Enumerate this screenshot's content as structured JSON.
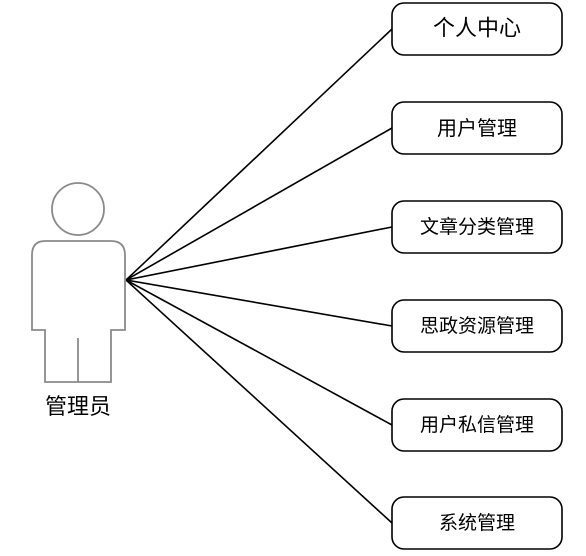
{
  "actor": {
    "label": "管理员",
    "icon": "user-icon"
  },
  "use_cases": [
    {
      "id": "personal-center",
      "label": "个人中心"
    },
    {
      "id": "user-management",
      "label": "用户管理"
    },
    {
      "id": "article-category-management",
      "label": "文章分类管理"
    },
    {
      "id": "ideological-resource-management",
      "label": "思政资源管理"
    },
    {
      "id": "user-private-message-management",
      "label": "用户私信管理"
    },
    {
      "id": "system-management",
      "label": "系统管理"
    }
  ]
}
